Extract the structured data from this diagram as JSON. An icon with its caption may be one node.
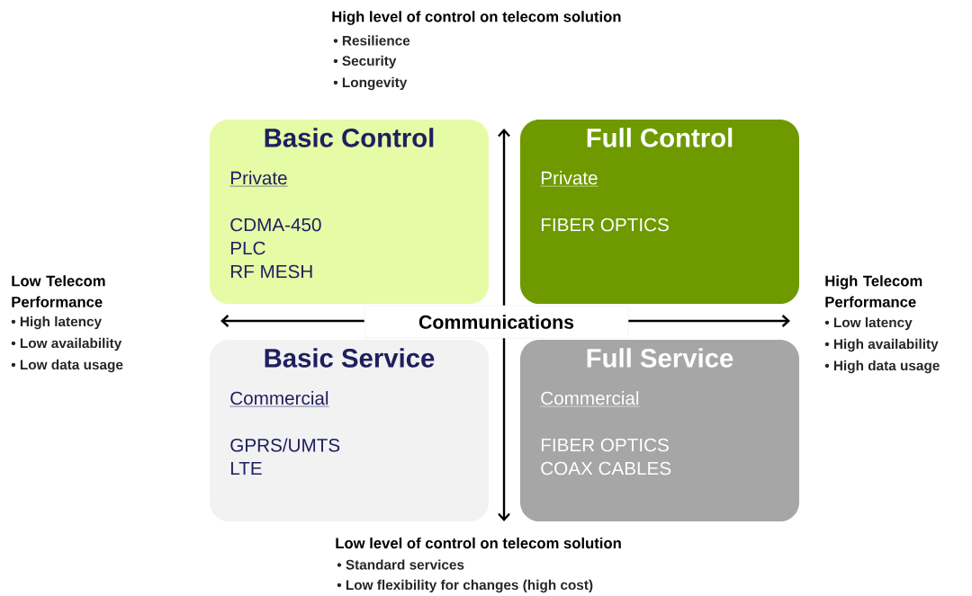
{
  "diagram": {
    "nodes": [
      {
        "text": [
          "Basic Control",
          "Private",
          "CDMA-450",
          "PLC",
          "RF MESH"
        ]
      },
      {
        "text": [
          "Full Control",
          "Private",
          "FIBER OPTICS"
        ]
      },
      {
        "text": [
          "Communications"
        ]
      },
      {
        "text": [
          "Basic Service",
          "Commercial",
          "GPRS/UMTS",
          "LTE"
        ]
      },
      {
        "text": [
          "Full Service",
          "Commercial",
          "FIBER OPTICS",
          "COAX CABLES"
        ]
      }
    ],
    "labels": [
      "High level of control on telecom solution",
      "• Resilience",
      "• Security",
      "• Longevity",
      "Low Telecom Performance",
      "• High latency",
      "• Low availability",
      "• Low data usage",
      "High Telecom Performance",
      "• Low latency",
      "• High availability",
      "• High data usage",
      "Low level of control on telecom solution",
      "• Standard services",
      "• Low flexibility for changes (high cost)"
    ]
  }
}
